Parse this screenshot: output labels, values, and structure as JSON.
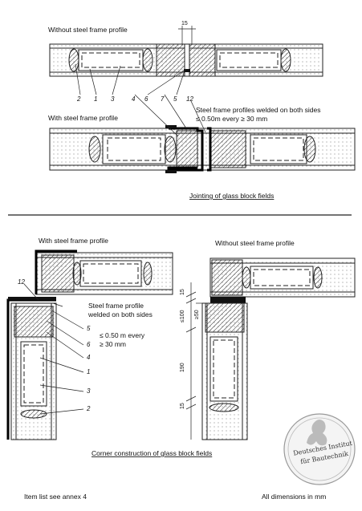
{
  "top": {
    "without_label": "Without steel frame profile",
    "with_label": "With steel frame profile",
    "welded_note_line1": "Steel frame profiles welded on both sides",
    "welded_note_line2": "≤ 0.50m every ≥ 30 mm",
    "dim_15": "15",
    "callouts": [
      "2",
      "1",
      "3",
      "4",
      "6",
      "7",
      "5",
      "12"
    ],
    "caption": "Jointing of glass block fields"
  },
  "bottom": {
    "with_label": "With steel frame profile",
    "without_label": "Without steel frame profile",
    "welded_note_line1": "Steel frame profile",
    "welded_note_line2": "welded on both sides",
    "spacing_line1": "≤ 0.50 m every",
    "spacing_line2": "≥ 30 mm",
    "callouts": [
      "12",
      "5",
      "6",
      "4",
      "1",
      "3",
      "2"
    ],
    "dims": [
      "15",
      "≤100",
      "≥50",
      "190",
      "15"
    ],
    "caption": "Corner construction of glass block fields"
  },
  "stamp": {
    "line1": "Deutsches Institut",
    "line2": "für Bautechnik"
  },
  "footer": {
    "left": "Item list see annex 4",
    "right": "All dimensions in mm"
  }
}
